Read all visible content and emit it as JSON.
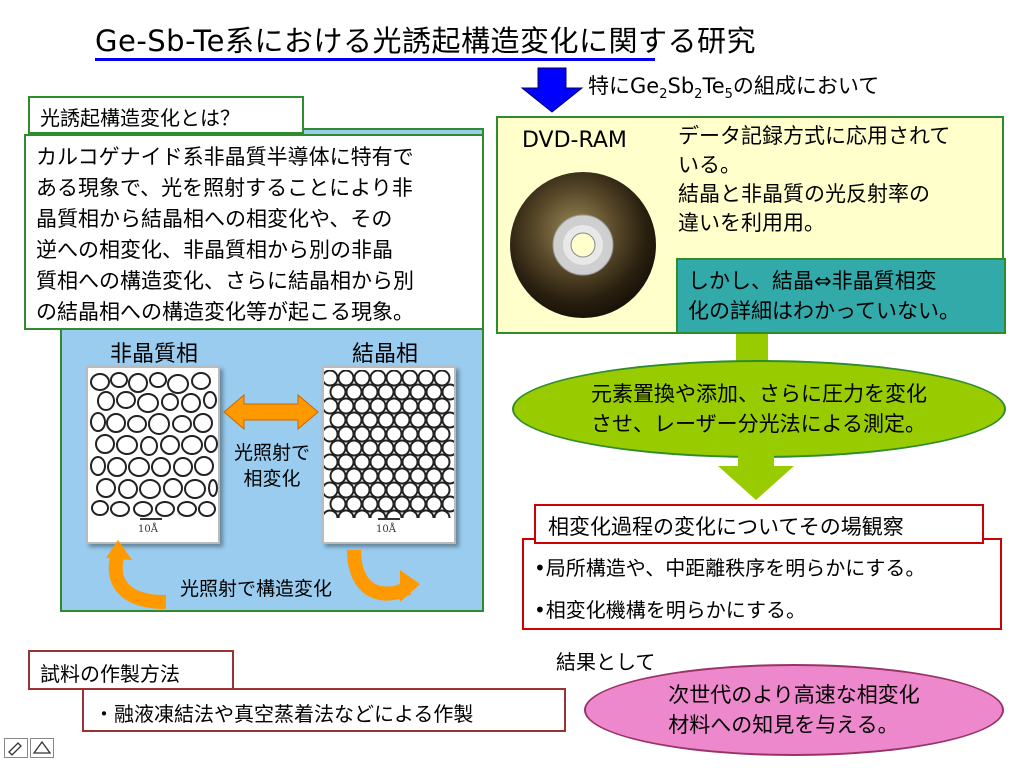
{
  "title": "Ge-Sb-Te系における光誘起構造変化に関する研究",
  "composition_note": {
    "prefix": "特にGe",
    "sub1": "2",
    "mid1": "Sb",
    "sub2": "2",
    "mid2": "Te",
    "sub3": "5",
    "suffix": "の組成において"
  },
  "definition": {
    "label": "光誘起構造変化とは？",
    "lines": [
      "カルコゲナイド系非晶質半導体に特有で",
      "ある現象で、光を照射することにより非",
      "晶質相から結晶相への相変化や、その",
      "逆への相変化、非晶質相から別の非晶",
      "質相への構造変化、さらに結晶相から別",
      "の結晶相への構造変化等が起こる現象。"
    ]
  },
  "phases": {
    "amorphous_label": "非晶質相",
    "crystal_label": "結晶相",
    "transition_label_1": "光照射で",
    "transition_label_2": "相変化",
    "scale_amorphous": "10Å",
    "scale_crystal": "10Å",
    "structure_change_label": "光照射で構造変化"
  },
  "dvd": {
    "label": "DVD-RAM",
    "lines": [
      "データ記録方式に応用されて",
      "いる。",
      "結晶と非晶質の光反射率の",
      "違いを利用用。"
    ]
  },
  "problem": {
    "lines": [
      "しかし、結晶⇔非晶質相変",
      "化の詳細はわかっていない。"
    ]
  },
  "method": {
    "lines": [
      "元素置換や添加、さらに圧力を変化",
      "させ、レーザー分光法による測定。"
    ]
  },
  "observation": {
    "title": "相変化過程の変化についてその場観察",
    "items": [
      "•局所構造や、中距離秩序を明らかにする。",
      "•相変化機構を明らかにする。"
    ]
  },
  "result": {
    "label": "結果として",
    "lines": [
      "次世代のより高速な相変化",
      "材料への知見を与える。"
    ]
  },
  "sample": {
    "label": "試料の作製方法",
    "text": "・融液凍結法や真空蒸着法などによる作製"
  },
  "colors": {
    "title_underline": "#0000ee",
    "green_border": "#2e8b2e",
    "blue_panel": "#99ccee",
    "yellow_panel": "#ffffcc",
    "teal_panel": "#33aaaa",
    "green_oval": "#99cc00",
    "pink_oval": "#ee88cc",
    "arrow_blue": "#0000ff",
    "arrow_green": "#99cc00",
    "arrow_orange": "#ff9900"
  }
}
